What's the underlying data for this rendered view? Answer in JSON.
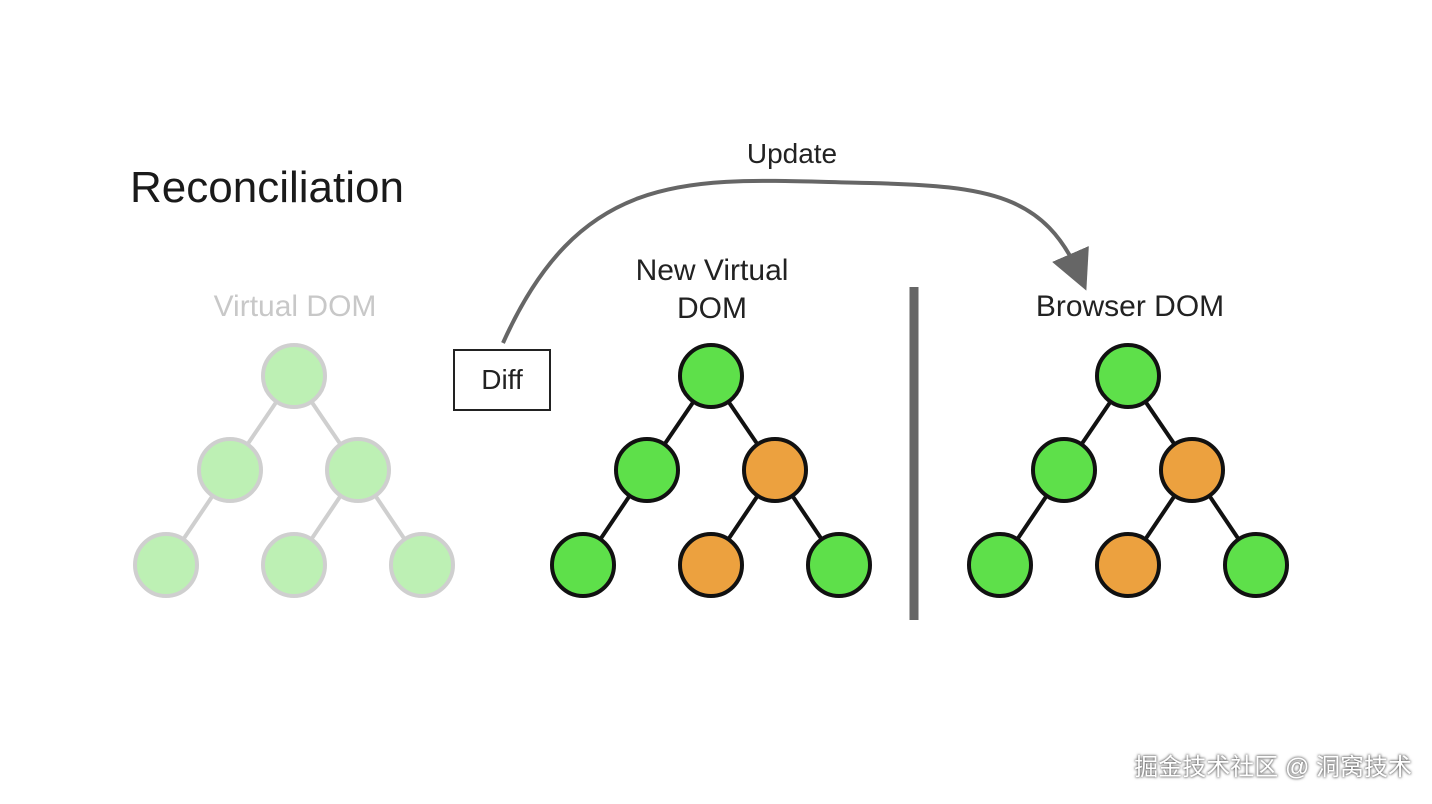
{
  "title": "Reconciliation",
  "trees": [
    {
      "label": "Virtual DOM",
      "faded": true,
      "node_colors": [
        "green",
        "green",
        "green",
        "green",
        "green",
        "green"
      ]
    },
    {
      "label_line1": "New Virtual",
      "label_line2": "DOM",
      "faded": false,
      "node_colors": [
        "green",
        "green",
        "orange",
        "green",
        "orange",
        "green"
      ]
    },
    {
      "label": "Browser DOM",
      "faded": false,
      "node_colors": [
        "green",
        "green",
        "orange",
        "green",
        "orange",
        "green"
      ]
    }
  ],
  "diff_label": "Diff",
  "update_label": "Update",
  "colors": {
    "green": "#5ee04a",
    "orange": "#eca13f",
    "faded_green": "#bdf0b4",
    "faded_stroke": "#cfcfcf",
    "stroke": "#111111",
    "arrow": "#666666",
    "separator": "#666666"
  },
  "watermark": "掘金技术社区 @ 洞窝技术"
}
